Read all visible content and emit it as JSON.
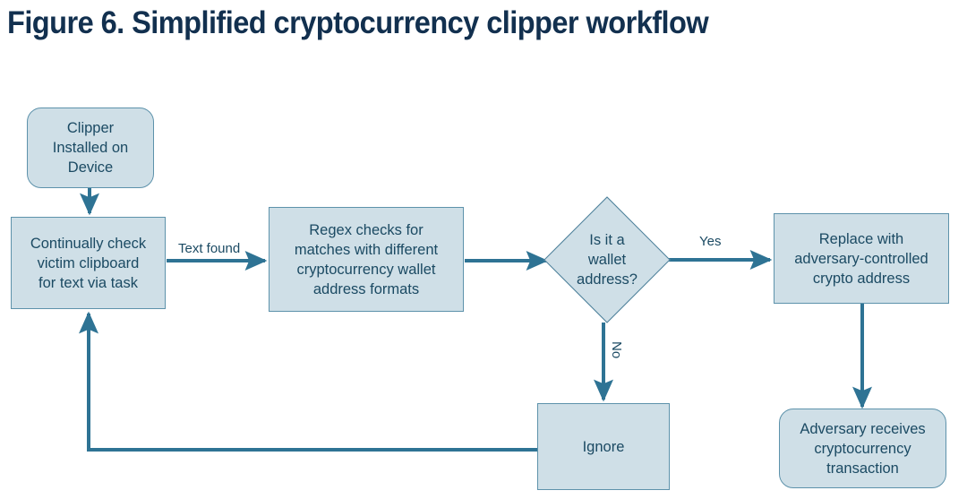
{
  "figure": {
    "title": "Figure 6. Simplified cryptocurrency clipper workflow",
    "type": "flowchart"
  },
  "colors": {
    "node_fill": "#cfdfe7",
    "node_border": "#5d92ab",
    "connector": "#2e7394",
    "node_text": "#1b4a63",
    "title_text": "#12304f",
    "background": "#ffffff"
  },
  "nodes": [
    {
      "id": "clipper-installed",
      "shape": "rounded-rectangle",
      "label": "Clipper\nInstalled on\nDevice"
    },
    {
      "id": "continually-check",
      "shape": "rectangle",
      "label": "Continually check\nvictim clipboard\nfor text via task"
    },
    {
      "id": "regex-checks",
      "shape": "rectangle",
      "label": "Regex checks for\nmatches with different\ncryptocurrency wallet\naddress formats"
    },
    {
      "id": "wallet-decision",
      "shape": "diamond",
      "label": "Is it a\nwallet\naddress?"
    },
    {
      "id": "replace-address",
      "shape": "rectangle",
      "label": "Replace with\nadversary-controlled\ncrypto address"
    },
    {
      "id": "adversary-receives",
      "shape": "rounded-rectangle",
      "label": "Adversary receives\ncryptocurrency\ntransaction"
    },
    {
      "id": "ignore",
      "shape": "rectangle",
      "label": "Ignore"
    }
  ],
  "edges": [
    {
      "id": "clipper-to-check",
      "from": "clipper-installed",
      "to": "continually-check",
      "label": ""
    },
    {
      "id": "check-to-regex",
      "from": "continually-check",
      "to": "regex-checks",
      "label": "Text found"
    },
    {
      "id": "regex-to-decision",
      "from": "regex-checks",
      "to": "wallet-decision",
      "label": ""
    },
    {
      "id": "decision-yes",
      "from": "wallet-decision",
      "to": "replace-address",
      "label": "Yes"
    },
    {
      "id": "decision-no",
      "from": "wallet-decision",
      "to": "ignore",
      "label": "No"
    },
    {
      "id": "replace-to-adversary",
      "from": "replace-address",
      "to": "adversary-receives",
      "label": ""
    },
    {
      "id": "ignore-to-check",
      "from": "ignore",
      "to": "continually-check",
      "label": ""
    }
  ]
}
